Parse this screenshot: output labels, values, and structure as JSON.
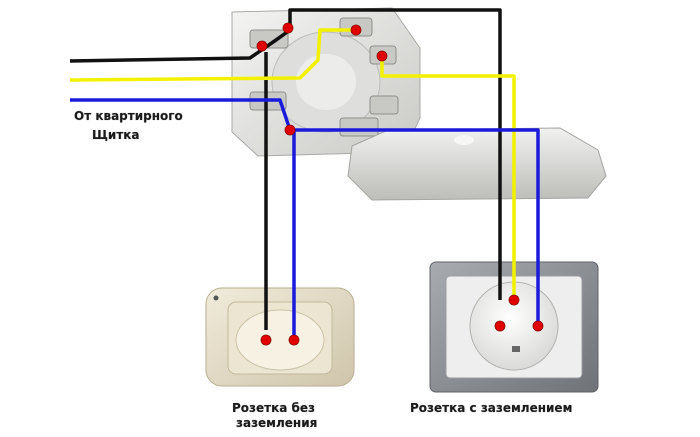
{
  "labels": {
    "panel_line1": "От квартирного",
    "panel_line2": "Щитка",
    "socket_no_ground_line1": "Розетка без",
    "socket_no_ground_line2": "заземления",
    "socket_ground": "Розетка с заземлением"
  },
  "wires": {
    "phase": "black",
    "ground": "yellow",
    "neutral": "blue"
  },
  "colors": {
    "phase": "#111111",
    "ground": "#f2f200",
    "neutral": "#1a1adc",
    "terminal": "#e00000",
    "plastic": "#e6e6e4",
    "socket_beige": "#e8e0cc",
    "frame_grey": "#8e9296"
  }
}
